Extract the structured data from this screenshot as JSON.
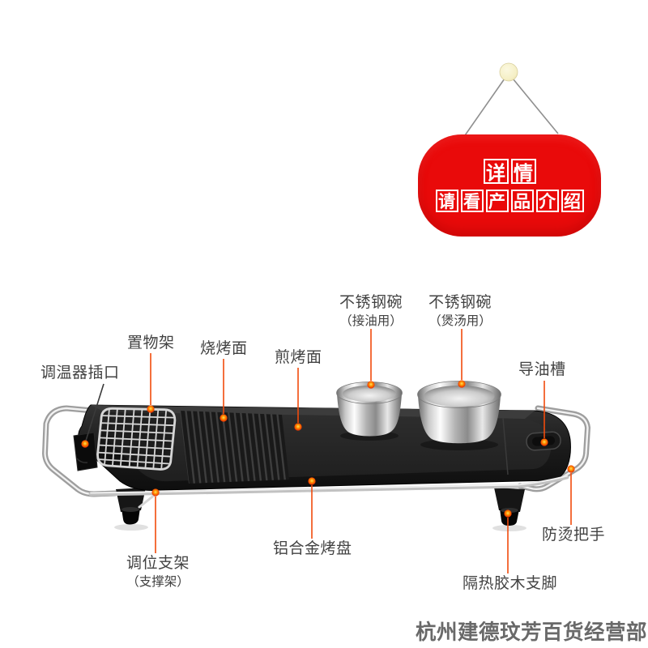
{
  "page": {
    "background": "#ffffff"
  },
  "hang_sign": {
    "line1": "详情",
    "line2": "请看产品介绍",
    "bg_color": "#e90a0a",
    "text_color": "#ffffff",
    "pin_color": "#f7f2cd"
  },
  "callouts": [
    {
      "id": "thermostat-socket",
      "text": "调温器插口"
    },
    {
      "id": "storage-rack",
      "text": "置物架"
    },
    {
      "id": "grill-surface",
      "text": "烧烤面"
    },
    {
      "id": "fry-surface",
      "text": "煎烤面"
    },
    {
      "id": "bowl-oil",
      "text": "不锈钢碗",
      "sub": "（接油用）"
    },
    {
      "id": "bowl-soup",
      "text": "不锈钢碗",
      "sub": "（煲汤用）"
    },
    {
      "id": "oil-groove",
      "text": "导油槽"
    },
    {
      "id": "anti-scald-handle",
      "text": "防烫把手"
    },
    {
      "id": "alloy-pan",
      "text": "铝合金烤盘"
    },
    {
      "id": "adjust-bracket",
      "text": "调位支架",
      "sub": "（支撑架）"
    },
    {
      "id": "insulated-feet",
      "text": "隔热胶木支脚"
    }
  ],
  "footer": {
    "shop_name": "杭州建德玟芳百货经营部"
  },
  "icons": {
    "hanging_pin": "pin-icon",
    "callout_dot": "callout-dot-icon"
  },
  "colors": {
    "sign_red": "#e90a0a",
    "callout_line": "#f14b0c",
    "callout_dot_core": "#ffd876",
    "callout_dot_edge": "#df2800",
    "thermostat_line": "#3a3a3a",
    "label_text": "#424242",
    "shop_text": "#696969",
    "pan_black": "#1a1a1a",
    "steel": "#cfcfcf"
  }
}
